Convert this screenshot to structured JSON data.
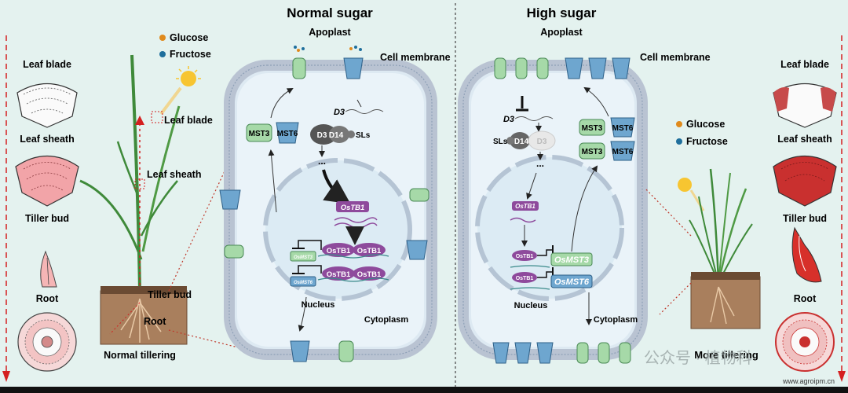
{
  "panels": {
    "left_title": "Normal sugar",
    "right_title": "High sugar"
  },
  "legend": {
    "glucose": "Glucose",
    "fructose": "Fructose",
    "glucose_color": "#e08a1c",
    "fructose_color": "#1f6f9c"
  },
  "tissues": {
    "leaf_blade": "Leaf blade",
    "leaf_sheath": "Leaf sheath",
    "tiller_bud": "Tiller bud",
    "root": "Root"
  },
  "plant_labels": {
    "leaf_blade": "Leaf blade",
    "leaf_sheath": "Leaf sheath",
    "tiller_bud": "Tiller bud",
    "root": "Root"
  },
  "outcomes": {
    "normal": "Normal tillering",
    "more": "More tillering"
  },
  "cell": {
    "apoplast": "Apoplast",
    "cell_membrane": "Cell membrane",
    "nucleus": "Nucleus",
    "cytoplasm": "Cytoplasm"
  },
  "proteins": {
    "mst3": "MST3",
    "mst6": "MST6",
    "d3": "D3",
    "d14": "D14",
    "sls": "SLs",
    "ostb1": "OsTB1",
    "ostb1_protein": "OsTB1",
    "osmst3": "OsMST3",
    "osmst6": "OsMST6",
    "ellipsis": "..."
  },
  "watermark": {
    "text": "公众号 · 植物科",
    "site": "www.agroipm.cn"
  },
  "colors": {
    "background": "#e4f2ef",
    "arrow_red": "#d42020",
    "tb1_purple": "#8e4a9c",
    "mst3_green": "#a6d9a8",
    "mst6_blue": "#6ea6cf",
    "membrane": "#b9c3d2"
  }
}
